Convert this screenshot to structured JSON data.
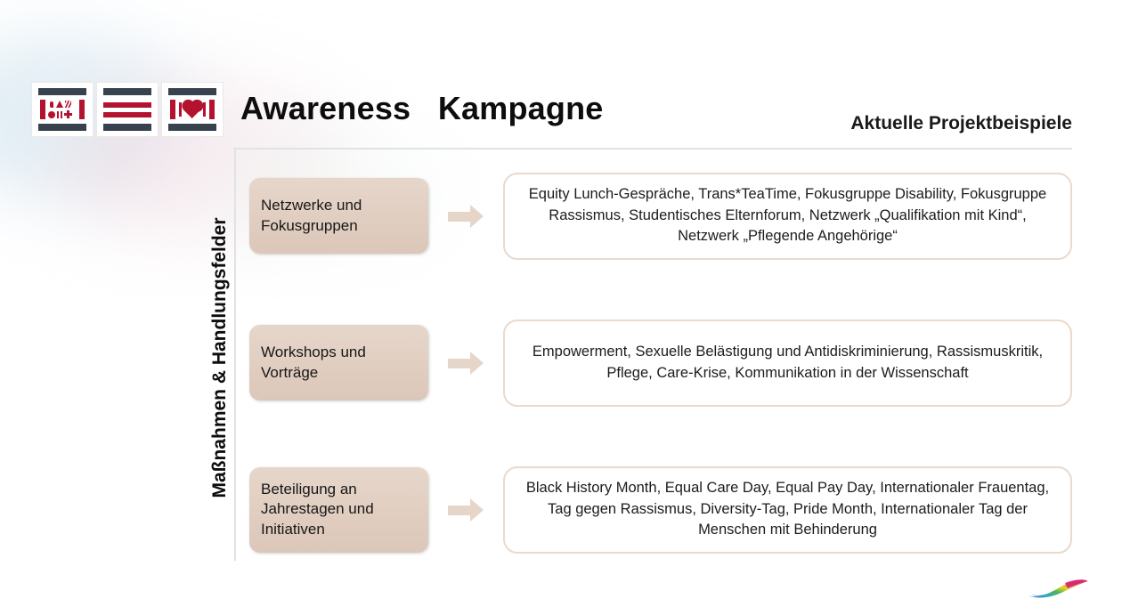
{
  "header": {
    "title": "Awareness   Kampagne",
    "subtitle": "Aktuelle Projektbeispiele",
    "logo": {
      "tile1_name": "diversity-symbols-logo",
      "tile2_name": "red-stripes-logo",
      "tile3_name": "heart-logo"
    }
  },
  "axis": {
    "label": "Maßnahmen & Handlungsfelder"
  },
  "rows": [
    {
      "category": "Netzwerke und Fokusgruppen",
      "arrow": "arrow-right-icon",
      "examples": "Equity Lunch-Gespräche, Trans*TeaTime, Fokusgruppe Disability, Fokusgruppe Rassismus, Studentisches Elternforum, Netzwerk „Qualifikation mit Kind“, Netzwerk „Pflegende Angehörige“"
    },
    {
      "category": "Workshops und Vorträge",
      "arrow": "arrow-right-icon",
      "examples": "Empowerment, Sexuelle Belästigung und Antidiskriminierung, Rassismuskritik, Pflege, Care-Krise, Kommunikation in der Wissenschaft"
    },
    {
      "category": "Beteiligung an Jahrestagen und Initiativen",
      "arrow": "arrow-right-icon",
      "examples": "Black History Month, Equal Care Day, Equal Pay Day, Internationaler Frauentag, Tag gegen Rassismus, Diversity-Tag, Pride Month, Internationaler Tag der Menschen mit Behinderung"
    }
  ],
  "footer": {
    "mark_name": "rainbow-swoosh-logo"
  },
  "colors": {
    "logo_red": "#b3132f",
    "logo_dark": "#37424e",
    "category_box": "#e0cfc3",
    "detail_border": "#ead9cd",
    "rule": "#dfe3e6"
  }
}
